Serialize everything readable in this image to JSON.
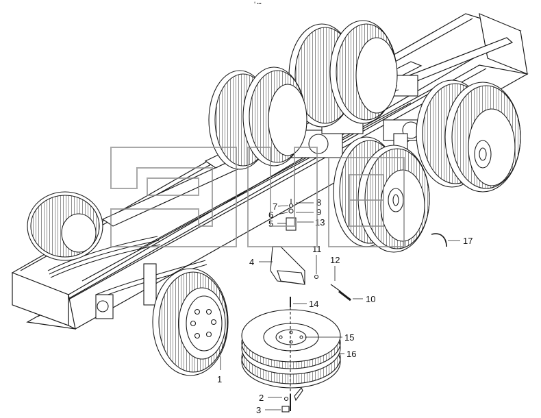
{
  "header_mark": "⁰ ▪▪▪",
  "callouts": [
    "1",
    "2",
    "3",
    "4",
    "5",
    "6",
    "7",
    "8",
    "9",
    "10",
    "11",
    "12",
    "13",
    "14",
    "15",
    "16",
    "17"
  ],
  "colors": {
    "line": "#1a1a1a",
    "watermark": "#8c8c8c",
    "fill": "#ffffff"
  },
  "icons": {
    "watermark": "logo-watermark"
  }
}
